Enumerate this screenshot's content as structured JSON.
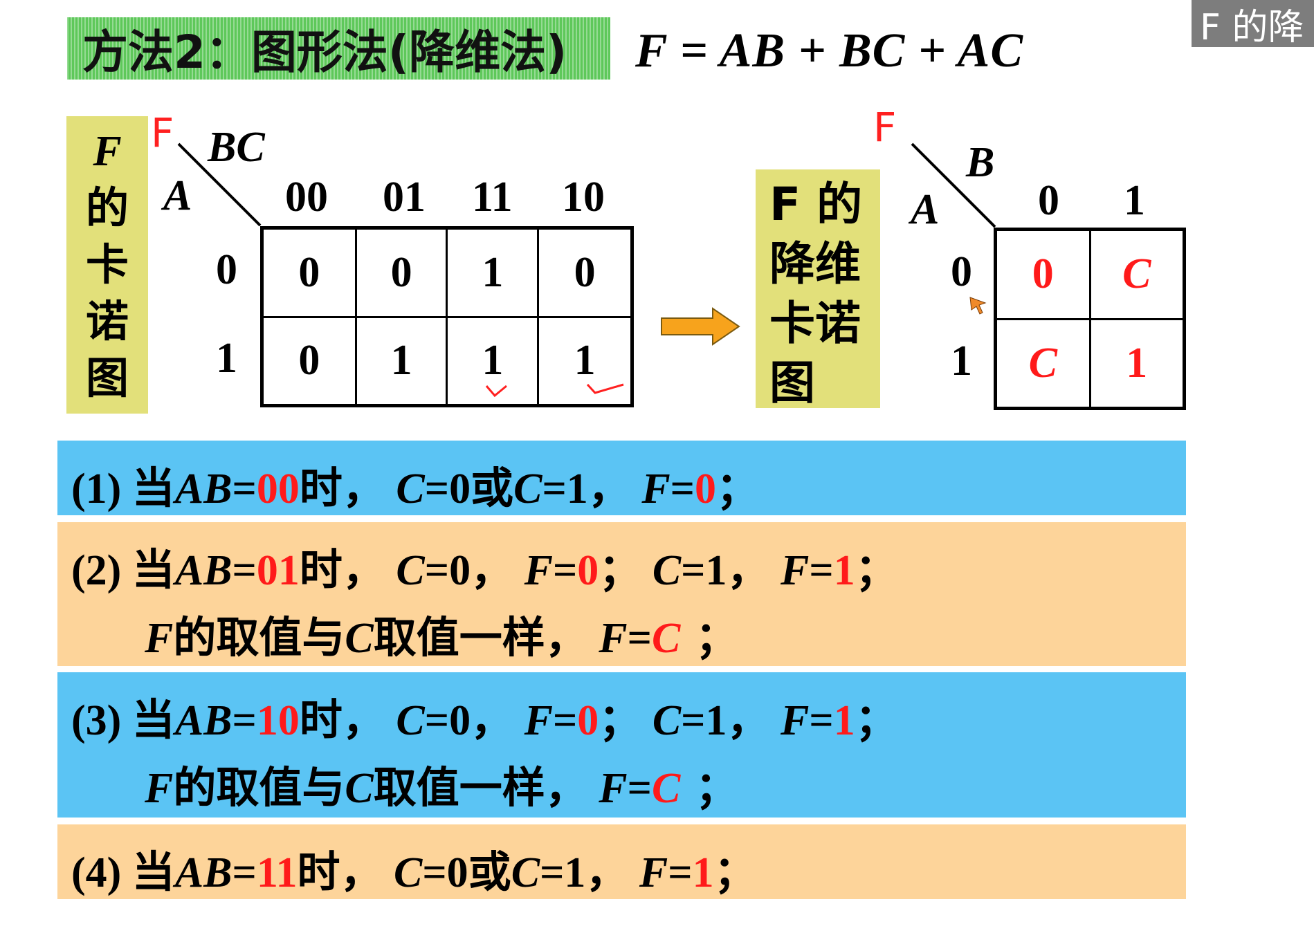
{
  "title": "方法2：图形法(降维法)",
  "formula": "F = AB + BC + AC",
  "top_right_label": "F 的降",
  "kmap": {
    "label_chars": [
      "F",
      "的",
      "卡",
      "诺",
      "图"
    ],
    "corner_top": "BC",
    "corner_left": "A",
    "col_headers": [
      "00",
      "01",
      "11",
      "10"
    ],
    "row_headers": [
      "0",
      "1"
    ],
    "cells": [
      [
        "0",
        "0",
        "1",
        "0"
      ],
      [
        "0",
        "1",
        "1",
        "1"
      ]
    ],
    "annotation_letter": "F",
    "check_mark": "✓"
  },
  "reduced": {
    "label_lines": [
      "F 的",
      "降维",
      "卡诺",
      "图"
    ],
    "corner_top": "B",
    "corner_left": "A",
    "col_headers": [
      "0",
      "1"
    ],
    "row_headers": [
      "0",
      "1"
    ],
    "cells": [
      [
        "0",
        "C"
      ],
      [
        "C",
        "1"
      ]
    ],
    "annotation_letter": "F"
  },
  "rows": {
    "r1": {
      "num": "(1)",
      "dang": "当",
      "ab": "AB",
      "eq": "=",
      "val": "00",
      "shi": "时，",
      "c": "C",
      "c0": "=0",
      "huo": "或",
      "c2": "C",
      "c1": "=1，",
      "f": "F",
      "feq": "=",
      "fval": "0",
      "end": "；"
    },
    "r2": {
      "num": "(2)",
      "dang": "当",
      "ab": "AB",
      "eq": "=",
      "val": "01",
      "shi": "时，",
      "c": "C",
      "c0": "=0，",
      "f": "F",
      "feq": "=",
      "fval0": "0",
      "semi": "；",
      "c2": "C",
      "c1": "=1，",
      "f2": "F",
      "feq2": "=",
      "fval1": "1",
      "end": "；",
      "l2_f": "F",
      "l2_text1": "的取值与",
      "l2_c": "C",
      "l2_text2": "取值一样，",
      "l2_f2": "F",
      "l2_eq": "=",
      "l2_c2": "C",
      "l2_end": " ；"
    },
    "r3": {
      "num": "(3)",
      "dang": "当",
      "ab": "AB",
      "eq": "=",
      "val": "10",
      "shi": "时，",
      "c": "C",
      "c0": "=0，",
      "f": "F",
      "feq": "=",
      "fval0": "0",
      "semi": "；",
      "c2": "C",
      "c1": "=1，",
      "f2": "F",
      "feq2": "=",
      "fval1": "1",
      "end": "；",
      "l2_f": "F",
      "l2_text1": "的取值与",
      "l2_c": "C",
      "l2_text2": "取值一样，",
      "l2_f2": "F",
      "l2_eq": "=",
      "l2_c2": "C",
      "l2_end": " ；"
    },
    "r4": {
      "num": "(4)",
      "dang": "当",
      "ab": "AB",
      "eq": "=",
      "val": "11",
      "shi": "时，",
      "c": "C",
      "c0": "=0",
      "huo": "或",
      "c2": "C",
      "c1": "=1，",
      "f": "F",
      "feq": "=",
      "fval": "1",
      "end": "；"
    }
  },
  "colors": {
    "title_bg": "#5ec85a",
    "label_bg": "#e2e07a",
    "blue_row": "#5bc4f4",
    "peach_row": "#fdd49a",
    "highlight": "#ff1a1a"
  }
}
